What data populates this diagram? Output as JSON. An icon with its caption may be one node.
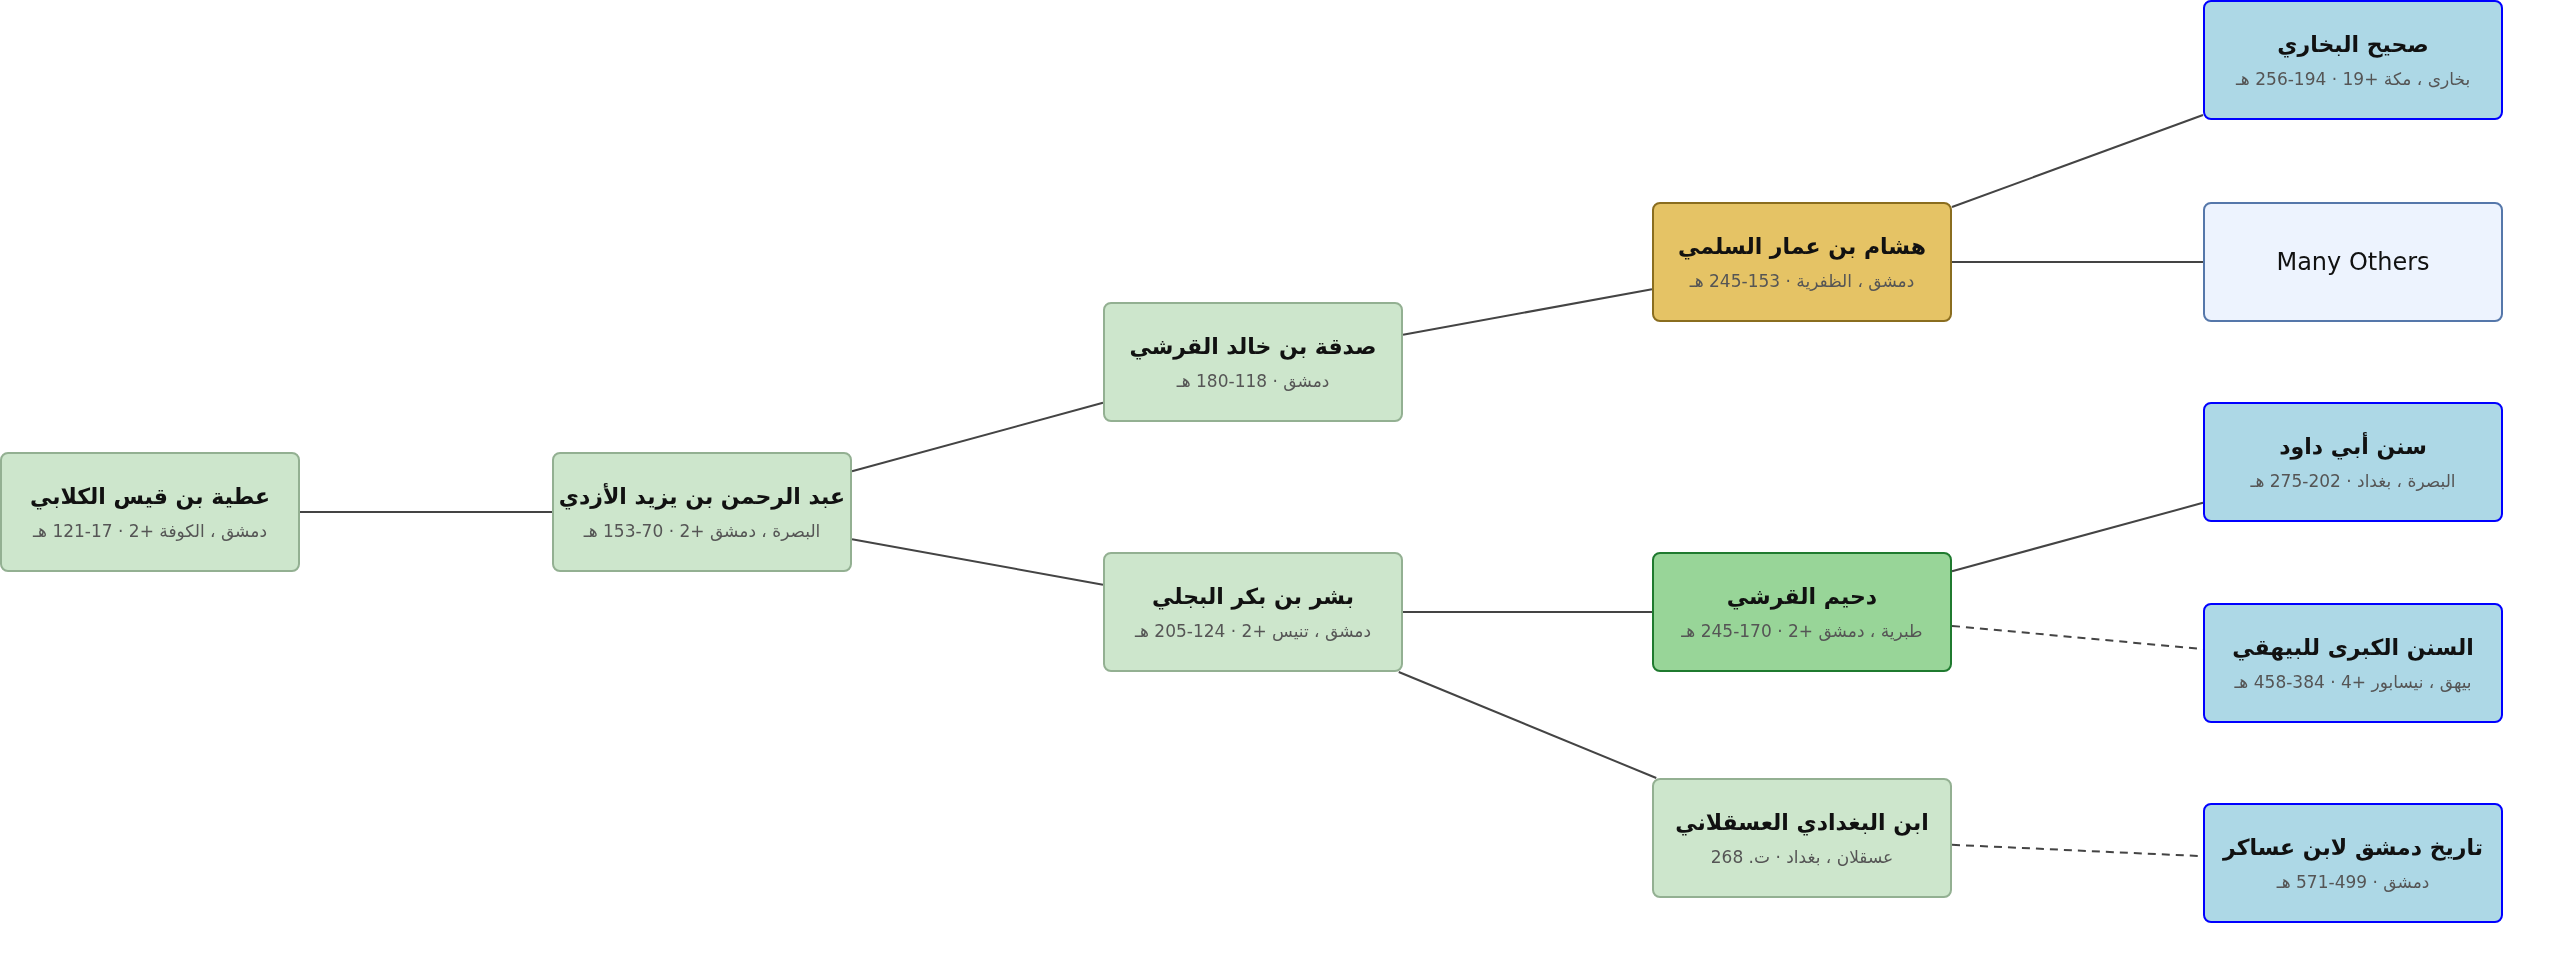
{
  "diagram": {
    "nodes": [
      {
        "text": [
          "عطية بن قيس الكلابي",
          "دمشق ، الكوفة +2 · 17-121 هـ"
        ]
      },
      {
        "text": [
          "عبد الرحمن بن يزيد الأزدي",
          "البصرة ، دمشق +2 · 70-153 هـ"
        ]
      },
      {
        "text": [
          "صدقة بن خالد القرشي",
          "دمشق · 118-180 هـ"
        ]
      },
      {
        "text": [
          "بشر بن بكر البجلي",
          "دمشق ، تنيس +2 · 124-205 هـ"
        ]
      },
      {
        "text": [
          "هشام بن عمار السلمي",
          "دمشق ، الظفرية · 153-245 هـ"
        ]
      },
      {
        "text": [
          "دحيم القرشي",
          "طبرية ، دمشق +2 · 170-245 هـ"
        ]
      },
      {
        "text": [
          "ابن البغدادي العسقلاني",
          "عسقلان ، بغداد · ت. 268"
        ]
      },
      {
        "text": [
          "صحيح البخاري",
          "بخارى ، مكة +19 · 194-256 هـ"
        ]
      },
      {
        "text": [
          "Many Others"
        ]
      },
      {
        "text": [
          "سنن أبي داود",
          "البصرة ، بغداد · 202-275 هـ"
        ]
      },
      {
        "text": [
          "السنن الكبرى للبيهقي",
          "بيهق ، نيسابور +4 · 384-458 هـ"
        ]
      },
      {
        "text": [
          "تاريخ دمشق لابن عساكر",
          "دمشق · 499-571 هـ"
        ]
      }
    ],
    "edges": [
      {
        "from": 0,
        "to": 1,
        "arrow": "none"
      },
      {
        "from": 1,
        "to": 2,
        "arrow": "none"
      },
      {
        "from": 1,
        "to": 3,
        "arrow": "none"
      },
      {
        "from": 2,
        "to": 4,
        "arrow": "none"
      },
      {
        "from": 4,
        "to": 7,
        "arrow": "none"
      },
      {
        "from": 4,
        "to": 8,
        "arrow": "none"
      },
      {
        "from": 3,
        "to": 5,
        "arrow": "none"
      },
      {
        "from": 3,
        "to": 6,
        "arrow": "none"
      },
      {
        "from": 5,
        "to": 9,
        "arrow": "none"
      },
      {
        "from": 5,
        "to": 10,
        "arrow": "none",
        "style": "dashed"
      },
      {
        "from": 6,
        "to": 11,
        "arrow": "none",
        "style": "dashed"
      }
    ]
  }
}
